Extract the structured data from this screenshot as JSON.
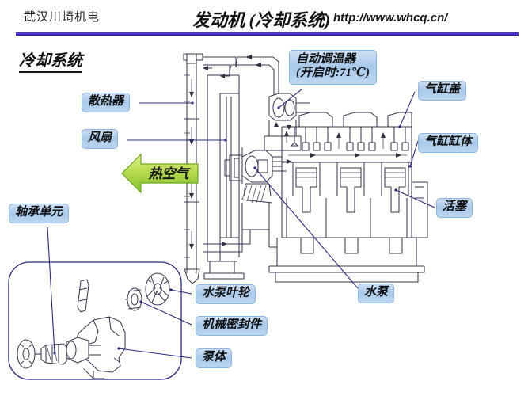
{
  "header": {
    "company": "武汉川崎机电",
    "title": "发动机 (冷却系统)",
    "url": "http://www.whcq.cn/",
    "rule_color": "#4b33c8"
  },
  "section": {
    "heading": "冷却系统"
  },
  "callouts": {
    "radiator": "散热器",
    "fan": "风扇",
    "thermostat_line1": "自动调温器",
    "thermostat_line2": "(开启时:71℃)",
    "cylinder_head": "气缸盖",
    "cylinder_block": "气缸缸体",
    "piston": "活塞",
    "bearing_unit": "轴承单元",
    "water_pump": "水泵",
    "impeller": "水泵叶轮",
    "mechanical_seal": "机械密封件",
    "pump_body": "泵体"
  },
  "flow_arrow": {
    "label": "热空气",
    "direction": "left",
    "color_start": "#d7e87a",
    "color_end": "#7fc02a",
    "border": "#6aa81f"
  },
  "diagram": {
    "main_view_name": "engine-cooling-system-cross-section",
    "inset_view_name": "water-pump-exploded-view",
    "line_color": "#3a3a52",
    "leader_color": "#2b2b7a",
    "label_fill": "#a9c9ea"
  }
}
